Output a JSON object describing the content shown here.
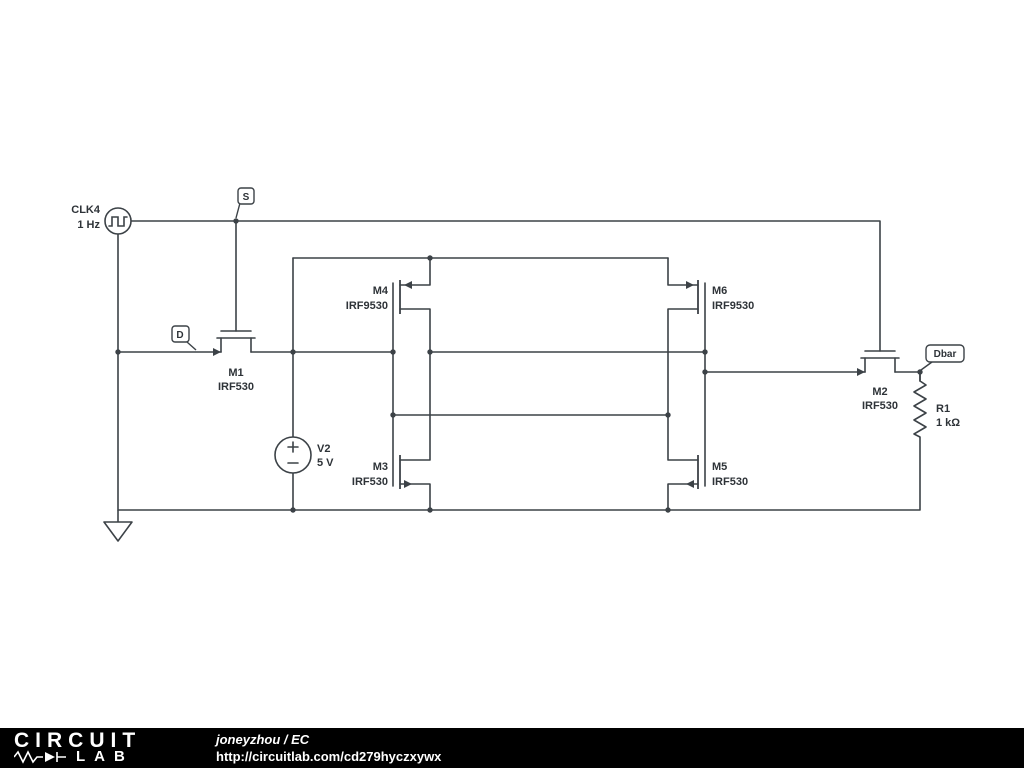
{
  "schematic": {
    "flags": {
      "set": "S",
      "data": "D",
      "dbar": "Dbar"
    },
    "components": {
      "clk4": {
        "name": "CLK4",
        "value": "1 Hz"
      },
      "m1": {
        "name": "M1",
        "value": "IRF530"
      },
      "m2": {
        "name": "M2",
        "value": "IRF530"
      },
      "m3": {
        "name": "M3",
        "value": "IRF530"
      },
      "m4": {
        "name": "M4",
        "value": "IRF9530"
      },
      "m5": {
        "name": "M5",
        "value": "IRF530"
      },
      "m6": {
        "name": "M6",
        "value": "IRF9530"
      },
      "v2": {
        "name": "V2",
        "value": "5 V"
      },
      "r1": {
        "name": "R1",
        "value": "1 kΩ"
      }
    }
  },
  "footer": {
    "logo": {
      "line1": "CIRCUIT",
      "line2": "LAB"
    },
    "byline": {
      "author": "joneyzhou",
      "separator": " / ",
      "title": "EC"
    },
    "url": "http://circuitlab.com/cd279hyczxywx"
  },
  "colors": {
    "wire": "#3c4247",
    "label": "#2e3338",
    "footer_bg": "#000000",
    "footer_text": "#ffffff"
  }
}
